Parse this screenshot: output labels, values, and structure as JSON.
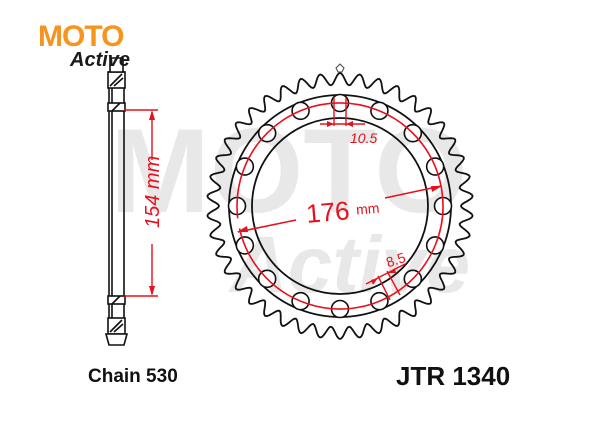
{
  "brand": {
    "logo_word_1": "MOTO",
    "logo_word_2": "Active",
    "accent_color": "#f7941d"
  },
  "watermark": {
    "text_1": "MOTO",
    "text_2": "Active"
  },
  "side_profile": {
    "dimension_label": "154 mm",
    "dimension_value": 154,
    "unit": "mm"
  },
  "sprocket": {
    "teeth": 42,
    "bolt_holes": 16,
    "pcd_label": "176 mm",
    "pcd_value": 176,
    "bolt_hole_label": "10.5",
    "bolt_hole_value": 10.5,
    "small_hole_label": "8.5",
    "small_hole_value": 8.5,
    "dimension_color": "#e8101c",
    "line_color": "#111111"
  },
  "captions": {
    "chain": "Chain 530",
    "part_number": "JTR 1340"
  }
}
